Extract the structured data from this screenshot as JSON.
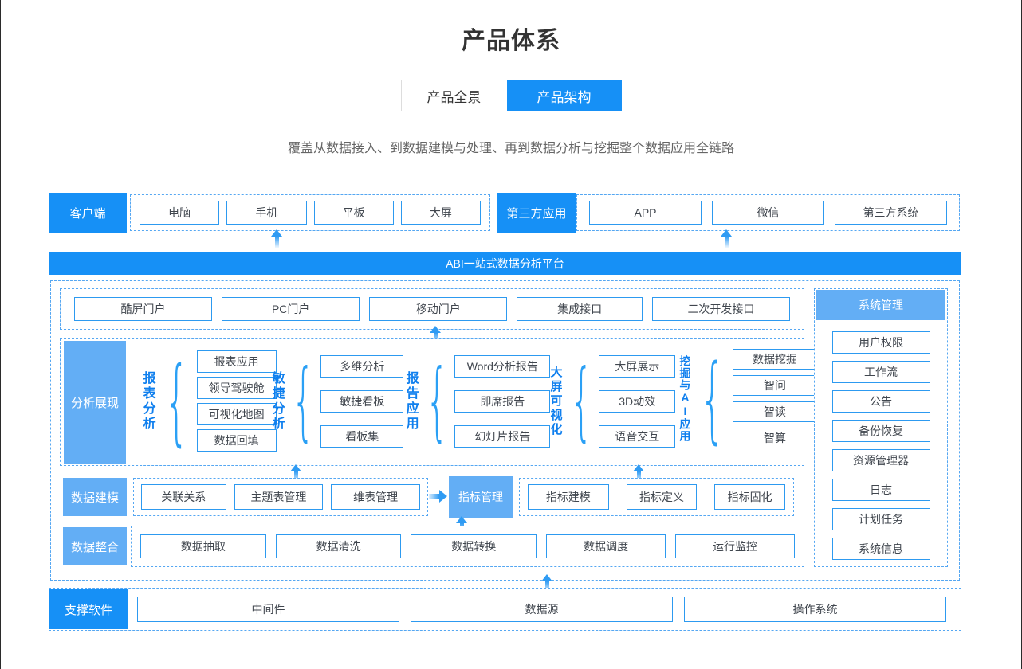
{
  "page": {
    "title": "产品体系",
    "subtitle": "覆盖从数据接入、到数据建模与处理、再到数据分析与挖掘整个数据应用全链路",
    "tabs": [
      {
        "label": "产品全景",
        "active": false
      },
      {
        "label": "产品架构",
        "active": true
      }
    ]
  },
  "top_rows": {
    "client": {
      "label": "客户端",
      "items": [
        "电脑",
        "手机",
        "平板",
        "大屏"
      ]
    },
    "third_party": {
      "label": "第三方应用",
      "items": [
        "APP",
        "微信",
        "第三方系统"
      ]
    }
  },
  "platform": {
    "banner": "ABI一站式数据分析平台",
    "portals": [
      "酷屏门户",
      "PC门户",
      "移动门户",
      "集成接口",
      "二次开发接口"
    ],
    "analysis": {
      "label": "分析展现",
      "groups": [
        {
          "name": "报表分析",
          "items": [
            "报表应用",
            "领导驾驶舱",
            "可视化地图",
            "数据回填"
          ]
        },
        {
          "name": "敏捷分析",
          "items": [
            "多维分析",
            "敏捷看板",
            "看板集"
          ]
        },
        {
          "name": "报告应用",
          "items": [
            "Word分析报告",
            "即席报告",
            "幻灯片报告"
          ]
        },
        {
          "name": "大屏可视化",
          "items": [
            "大屏展示",
            "3D动效",
            "语音交互"
          ]
        },
        {
          "name": "挖掘与AI应用",
          "items": [
            "数据挖掘",
            "智问",
            "智读",
            "智算"
          ]
        }
      ]
    },
    "modeling": {
      "label": "数据建模",
      "left_items": [
        "关联关系",
        "主题表管理",
        "维表管理"
      ],
      "highlight": "指标管理",
      "right_items": [
        "指标建模",
        "指标定义",
        "指标固化"
      ]
    },
    "integration": {
      "label": "数据整合",
      "items": [
        "数据抽取",
        "数据清洗",
        "数据转换",
        "数据调度",
        "运行监控"
      ]
    },
    "system": {
      "label": "系统管理",
      "items": [
        "用户权限",
        "工作流",
        "公告",
        "备份恢复",
        "资源管理器",
        "日志",
        "计划任务",
        "系统信息"
      ]
    }
  },
  "support": {
    "label": "支撑软件",
    "items": [
      "中间件",
      "数据源",
      "操作系统"
    ]
  },
  "colors": {
    "primary_blue": "#1690f6",
    "light_blue": "#63aef5",
    "dashed_border": "#55a7f2",
    "chip_border": "#2d9af0",
    "group_label_blue": "#0f7fee",
    "title_text": "#333333",
    "subtitle_text": "#666666"
  }
}
